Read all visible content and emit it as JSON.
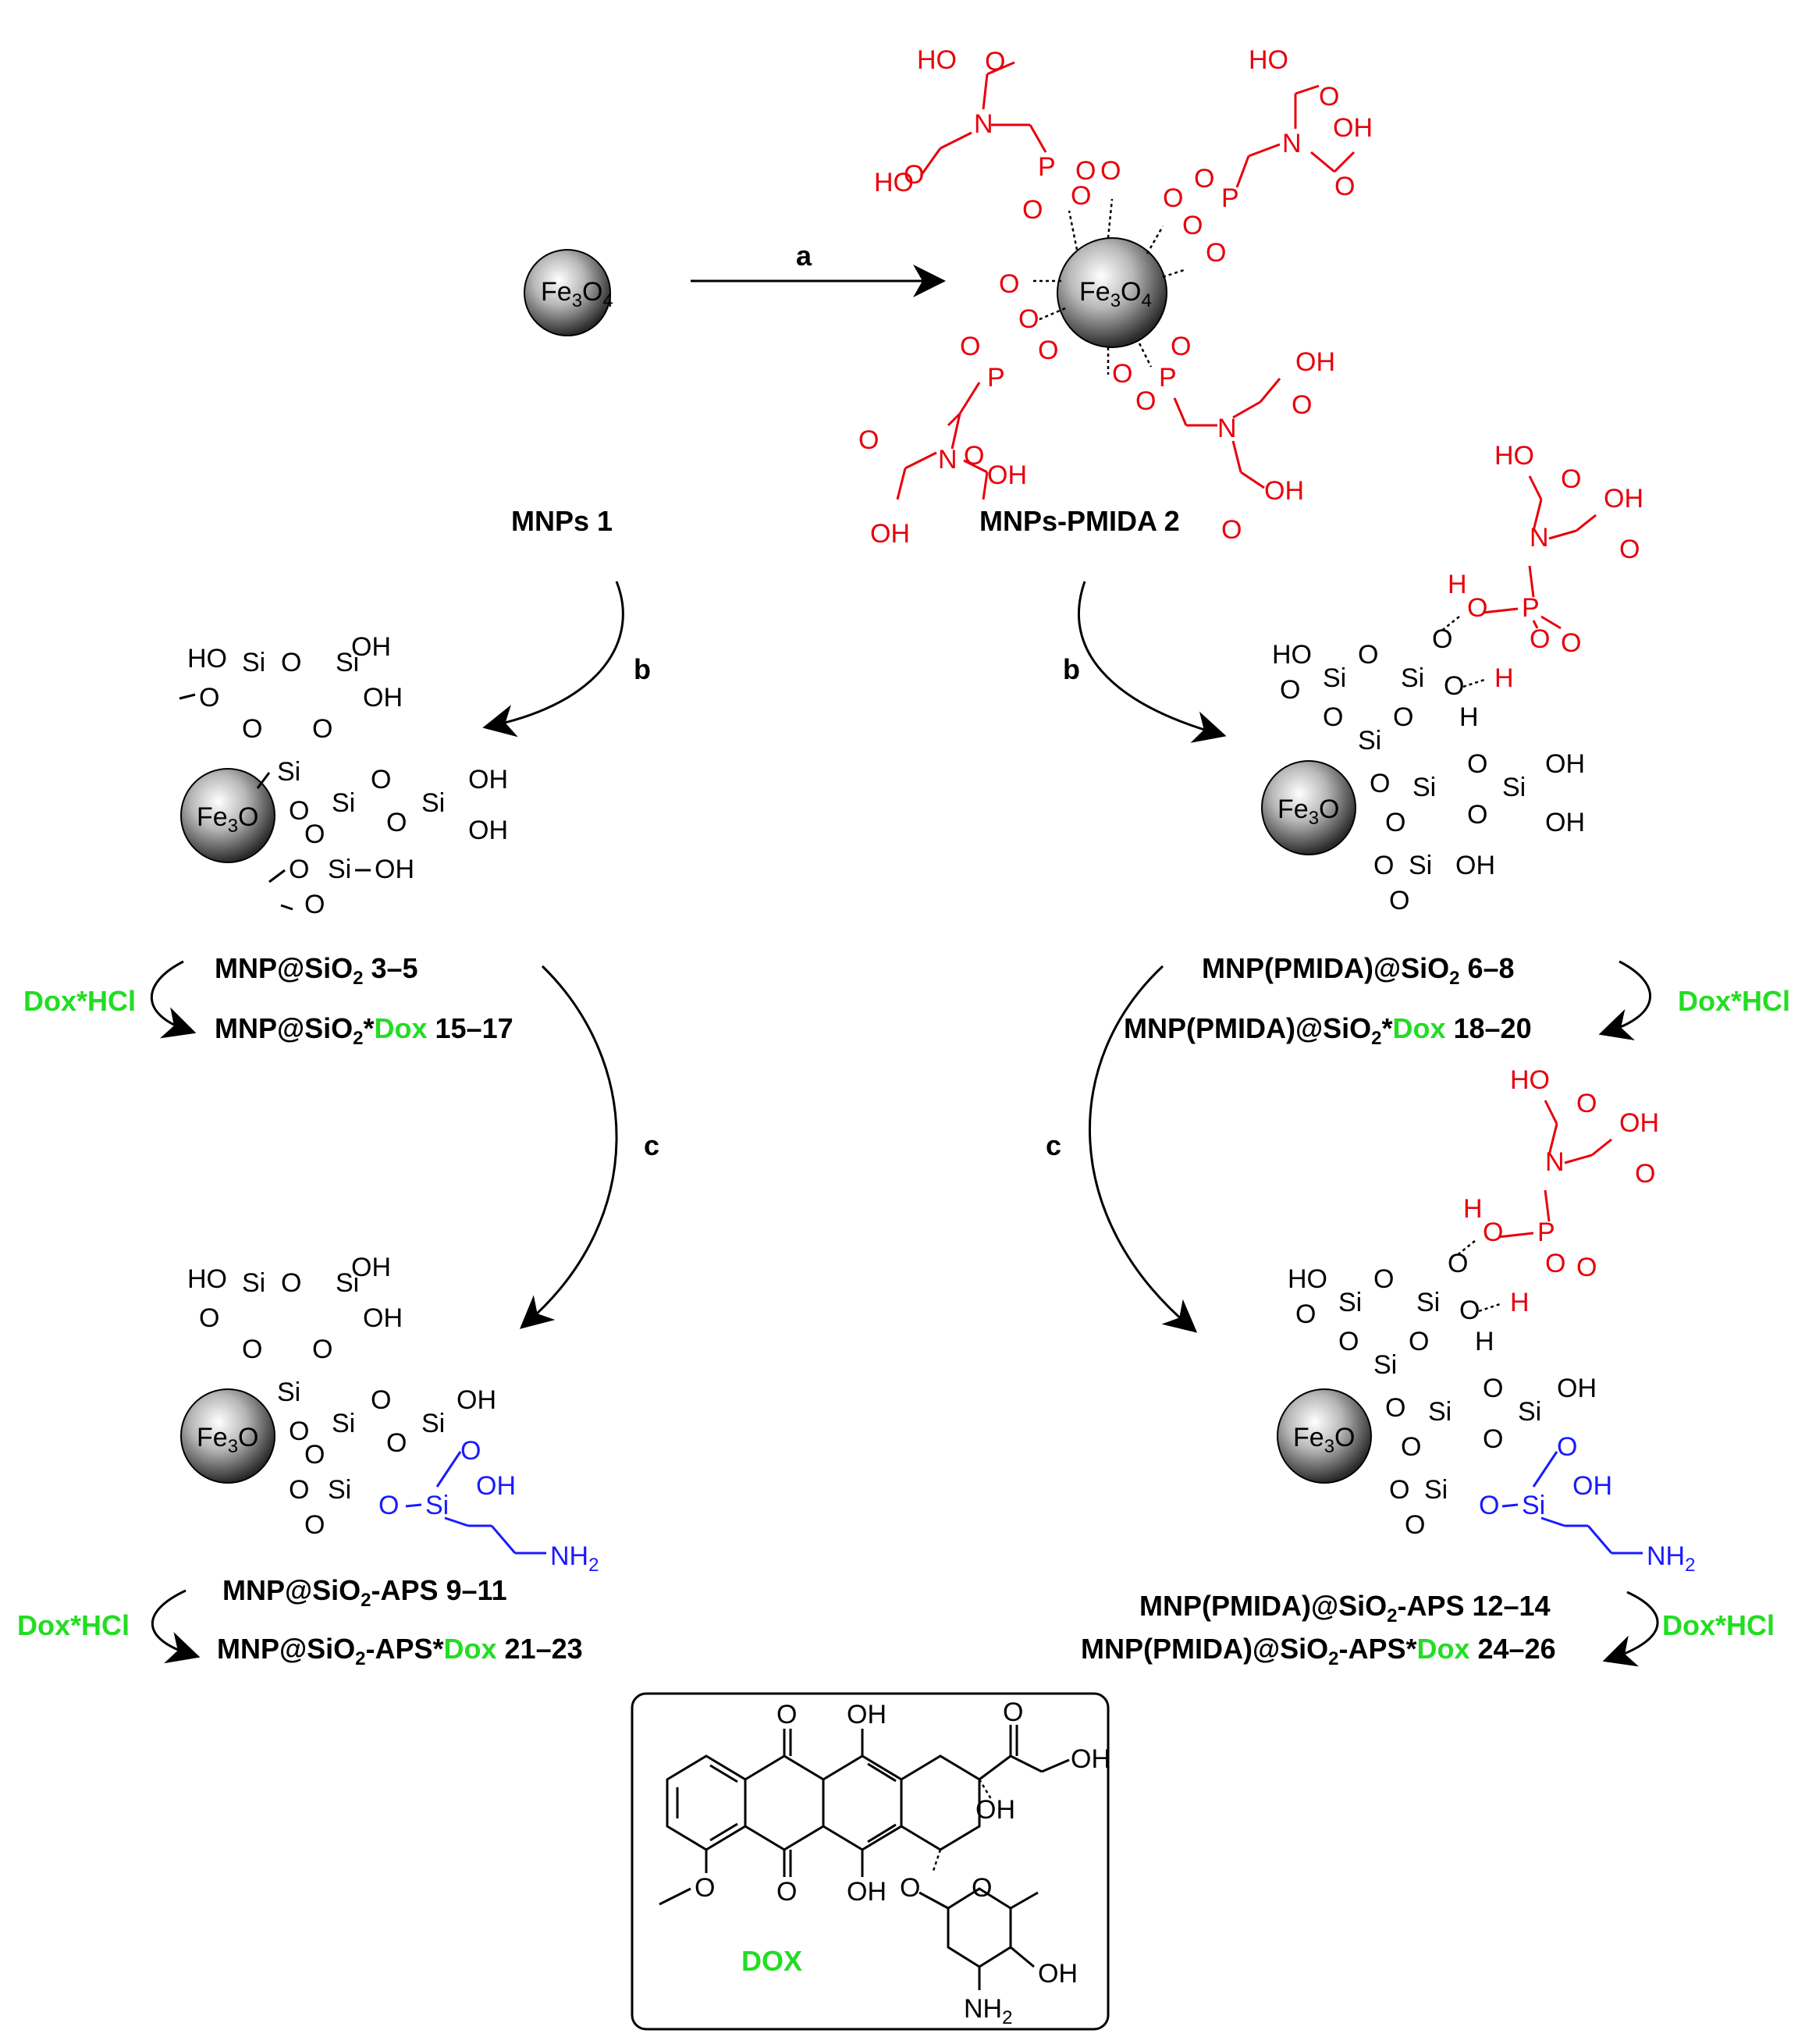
{
  "reaction_steps": {
    "a": "a",
    "b": "b",
    "c": "c"
  },
  "reagent": "Dox*HCl",
  "core": {
    "text": "Fe3O4",
    "sub": "3",
    "sub2": "4"
  },
  "compounds": {
    "mnps": "MNPs 1",
    "mnps_pmida": "MNPs-PMIDA 2",
    "mnp_sio2": {
      "pre": "MNP@SiO",
      "sub": "2",
      "post": " 3–5"
    },
    "mnp_sio2_dox": {
      "pre": "MNP@SiO",
      "sub": "2",
      "mid": "*",
      "dox": "Dox",
      "post": " 15–17"
    },
    "mnp_pmida_sio2": {
      "pre": "MNP(PMIDA)@SiO",
      "sub": "2",
      "post": " 6–8"
    },
    "mnp_pmida_sio2_dox": {
      "pre": "MNP(PMIDA)@SiO",
      "sub": "2",
      "mid": "*",
      "dox": "Dox",
      "post": " 18–20"
    },
    "mnp_sio2_aps": {
      "pre": "MNP@SiO",
      "sub": "2",
      "post": "-APS  9–11"
    },
    "mnp_sio2_aps_dox": {
      "pre": "MNP@SiO",
      "sub": "2",
      "mid": "-APS*",
      "dox": "Dox",
      "post": " 21–23"
    },
    "mnp_pmida_sio2_aps": {
      "pre": "MNP(PMIDA)@SiO",
      "sub": "2",
      "post": "-APS 12–14"
    },
    "mnp_pmida_sio2_aps_dox": {
      "pre": "MNP(PMIDA)@SiO",
      "sub": "2",
      "mid": "-APS*",
      "dox": "Dox",
      "post": " 24–26"
    }
  },
  "dox_box": {
    "label": "DOX"
  },
  "atoms": {
    "O": "O",
    "OH": "OH",
    "HO": "HO",
    "N": "N",
    "P": "P",
    "Si": "Si",
    "H": "H",
    "NH2": "NH",
    "NH2_sub": "2"
  },
  "colors": {
    "pmida": "#e8000b",
    "aps": "#1a1aff",
    "dox": "#22dd22"
  }
}
